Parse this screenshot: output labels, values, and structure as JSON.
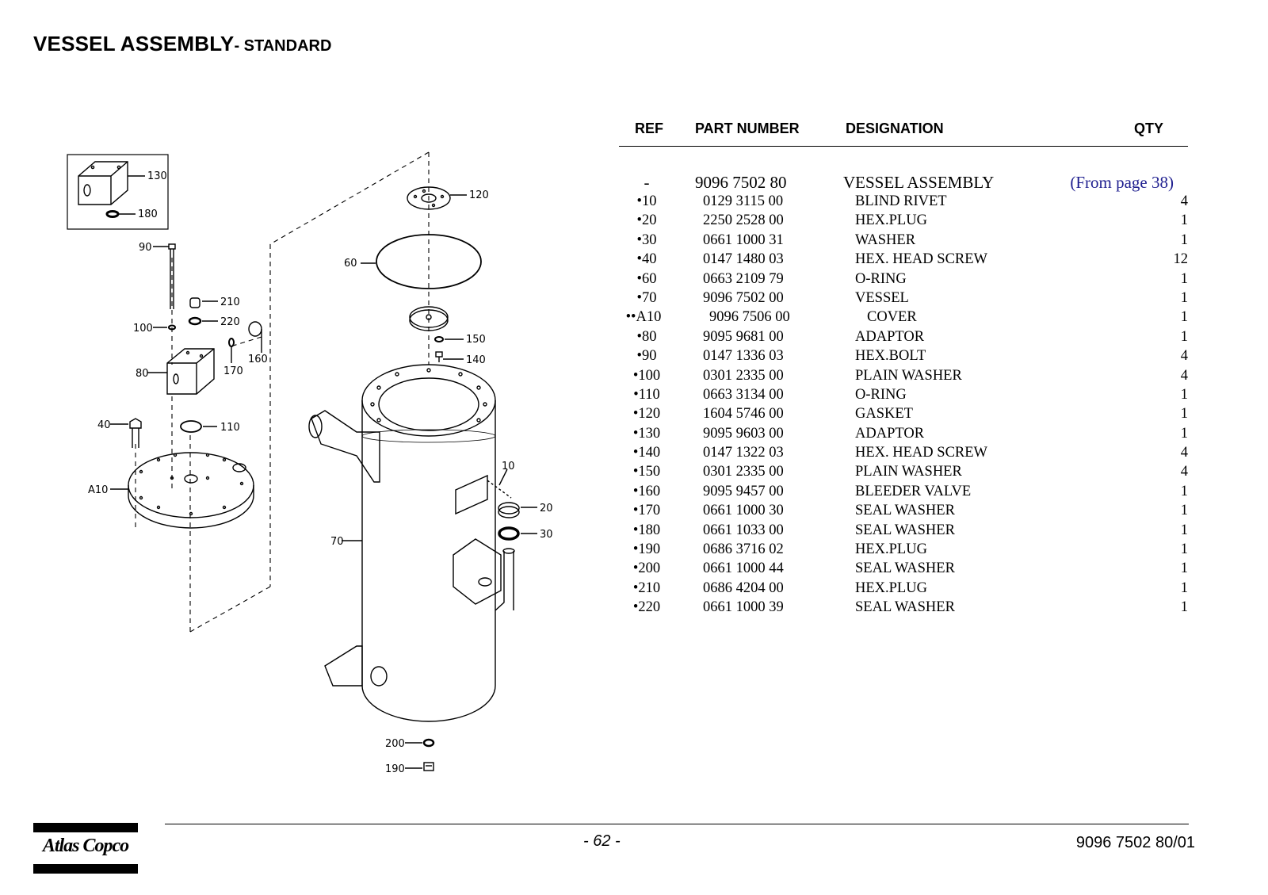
{
  "header": {
    "title": "VESSEL ASSEMBLY",
    "subtitle": "- STANDARD"
  },
  "table": {
    "columns": {
      "ref": "REF",
      "part_number": "PART NUMBER",
      "designation": "DESIGNATION",
      "qty": "QTY"
    },
    "rows": [
      {
        "ref": "-",
        "part_number": "9096 7502 80",
        "designation": "VESSEL ASSEMBLY",
        "qty": "(From page 38)"
      },
      {
        "ref": "•10",
        "part_number": "0129 3115 00",
        "designation": "BLIND RIVET",
        "qty": "4"
      },
      {
        "ref": "•20",
        "part_number": "2250 2528 00",
        "designation": "HEX.PLUG",
        "qty": "1"
      },
      {
        "ref": "•30",
        "part_number": "0661 1000 31",
        "designation": "WASHER",
        "qty": "1"
      },
      {
        "ref": "•40",
        "part_number": "0147 1480 03",
        "designation": "HEX. HEAD SCREW",
        "qty": "12"
      },
      {
        "ref": "•60",
        "part_number": "0663 2109 79",
        "designation": "O-RING",
        "qty": "1"
      },
      {
        "ref": "•70",
        "part_number": "9096 7502 00",
        "designation": "VESSEL",
        "qty": "1"
      },
      {
        "ref": "••A10",
        "part_number": "9096 7506 00",
        "designation": "COVER",
        "qty": "1"
      },
      {
        "ref": "•80",
        "part_number": "9095 9681 00",
        "designation": "ADAPTOR",
        "qty": "1"
      },
      {
        "ref": "•90",
        "part_number": "0147 1336 03",
        "designation": "HEX.BOLT",
        "qty": "4"
      },
      {
        "ref": "•100",
        "part_number": "0301 2335 00",
        "designation": "PLAIN WASHER",
        "qty": "4"
      },
      {
        "ref": "•110",
        "part_number": "0663 3134 00",
        "designation": "O-RING",
        "qty": "1"
      },
      {
        "ref": "•120",
        "part_number": "1604 5746 00",
        "designation": "GASKET",
        "qty": "1"
      },
      {
        "ref": "•130",
        "part_number": "9095 9603 00",
        "designation": "ADAPTOR",
        "qty": "1"
      },
      {
        "ref": "•140",
        "part_number": "0147 1322 03",
        "designation": "HEX. HEAD SCREW",
        "qty": "4"
      },
      {
        "ref": "•150",
        "part_number": "0301 2335 00",
        "designation": "PLAIN WASHER",
        "qty": "4"
      },
      {
        "ref": "•160",
        "part_number": "9095 9457 00",
        "designation": "BLEEDER VALVE",
        "qty": "1"
      },
      {
        "ref": "•170",
        "part_number": "0661 1000 30",
        "designation": "SEAL WASHER",
        "qty": "1"
      },
      {
        "ref": "•180",
        "part_number": "0661 1033 00",
        "designation": "SEAL WASHER",
        "qty": "1"
      },
      {
        "ref": "•190",
        "part_number": "0686 3716 02",
        "designation": "HEX.PLUG",
        "qty": "1"
      },
      {
        "ref": "•200",
        "part_number": "0661 1000 44",
        "designation": "SEAL WASHER",
        "qty": "1"
      },
      {
        "ref": "•210",
        "part_number": "0686 4204 00",
        "designation": "HEX.PLUG",
        "qty": "1"
      },
      {
        "ref": "•220",
        "part_number": "0661 1000 39",
        "designation": "SEAL WASHER",
        "qty": "1"
      }
    ]
  },
  "diagram": {
    "callouts": {
      "c130": "130",
      "c180": "180",
      "c120": "120",
      "c60": "60",
      "c90": "90",
      "c210": "210",
      "c220": "220",
      "c100": "100",
      "c160": "160",
      "c80": "80",
      "c170": "170",
      "c150": "150",
      "c140": "140",
      "c40": "40",
      "c110": "110",
      "cA10": "A10",
      "c10": "10",
      "c20": "20",
      "c30": "30",
      "c70": "70",
      "c200": "200",
      "c190": "190"
    }
  },
  "footer": {
    "page": "- 62 -",
    "doc_number": "9096 7502 80/01",
    "logo_text": "Atlas Copco"
  }
}
